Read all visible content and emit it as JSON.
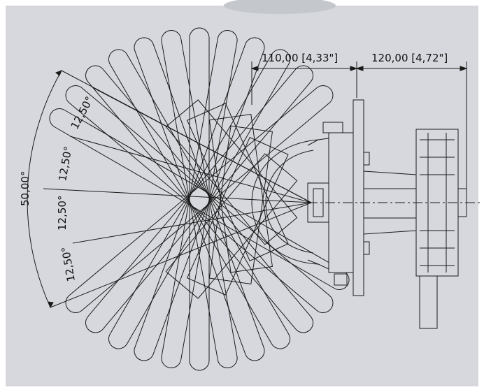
{
  "colors": {
    "background": "#d6d8dd",
    "frame": "#ffffff",
    "line": "#1a1a1a"
  },
  "drawing": {
    "dimensions": {
      "horizontal": [
        {
          "label": "110,00 [4,33\"]"
        },
        {
          "label": "120,00 [4,72\"]"
        }
      ],
      "angular": [
        {
          "label": "50,00°"
        },
        {
          "label": "12,50°"
        },
        {
          "label": "12,50°"
        },
        {
          "label": "12,50°"
        },
        {
          "label": "12,50°"
        }
      ]
    }
  }
}
